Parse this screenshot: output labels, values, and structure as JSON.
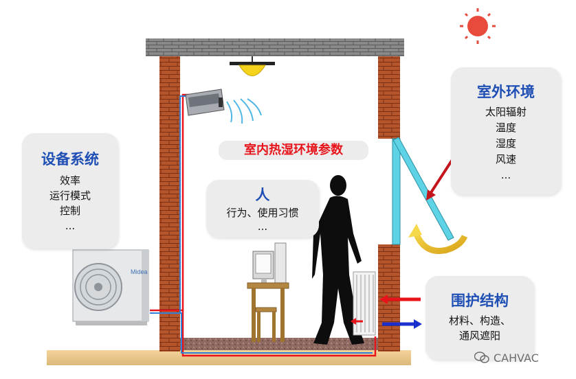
{
  "center_title": "室内热湿环境参数",
  "equipment": {
    "title": "设备系统",
    "items": [
      "效率",
      "运行模式",
      "控制",
      "..."
    ]
  },
  "outdoor": {
    "title": "室外环境",
    "items": [
      "太阳辐射",
      "温度",
      "湿度",
      "风速",
      "..."
    ]
  },
  "person": {
    "title": "人",
    "items": [
      "行为、使用习惯",
      "..."
    ]
  },
  "envelope": {
    "title": "围护结构",
    "items": [
      "材料、构造、",
      "通风遮阳"
    ]
  },
  "outdoor_unit_brand": "Midea",
  "watermark": "CAHVAC",
  "colors": {
    "title_blue": "#1f4fb5",
    "accent_red": "#e8141c",
    "brick": "#b5552c",
    "sun": "#e84a3c",
    "window_glass": "#5fd3e6"
  }
}
